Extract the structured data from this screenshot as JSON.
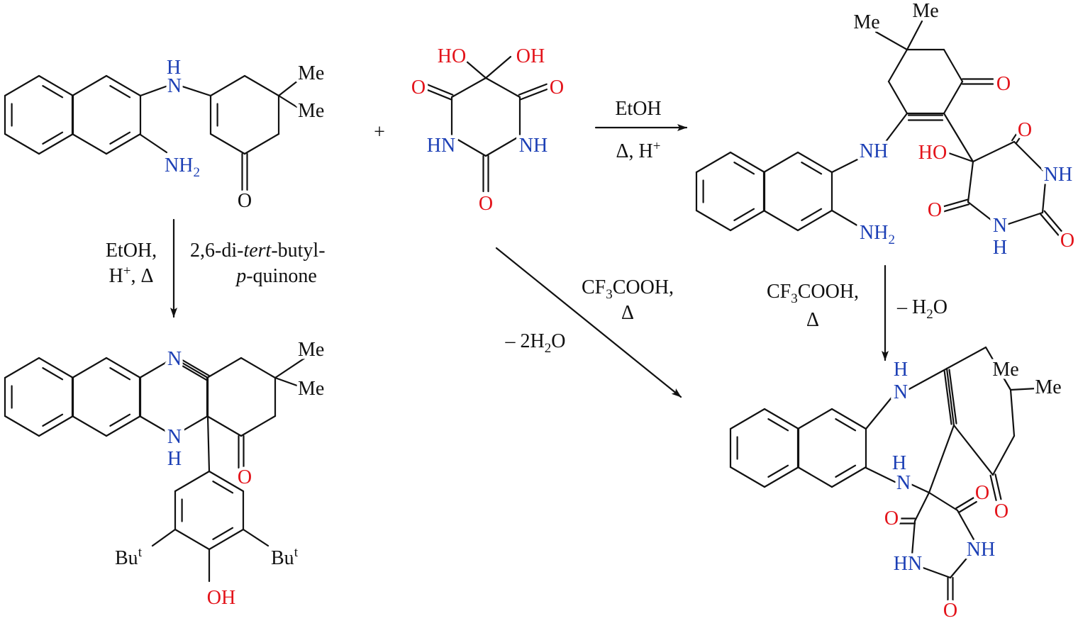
{
  "colors": {
    "nitrogen": "#1c3fb5",
    "oxygen": "#e3141b",
    "carbon": "#111111"
  },
  "reactant_amine": {
    "h": "H",
    "n": "N",
    "nh2": "NH",
    "nh2_sub": "2",
    "o": "O",
    "me1": "Me",
    "me2": "Me"
  },
  "plus": "+",
  "alloxan": {
    "ho": "HO",
    "oh": "OH",
    "o1": "O",
    "o2": "O",
    "o3": "O",
    "hn": "HN",
    "nh": "NH"
  },
  "step_top": {
    "above": "EtOH",
    "below": "Δ, H",
    "below_sup": "+"
  },
  "intermediate": {
    "me1": "Me",
    "me2": "Me",
    "o_ketone": "O",
    "nh": "NH",
    "nh2": "NH",
    "nh2_sub": "2",
    "ho": "HO",
    "o1": "O",
    "nh_ring": "NH",
    "o2": "O",
    "n": "N",
    "h": "H",
    "o3": "O"
  },
  "step_right": {
    "reagent": "CF",
    "reagent_sub": "3",
    "reagent_rest": "COOH,",
    "delta": "Δ",
    "loss": "– H",
    "loss_sub": "2",
    "loss_rest": "O"
  },
  "step_diag": {
    "reagent": "CF",
    "reagent_sub": "3",
    "reagent_rest": "COOH,",
    "delta": "Δ",
    "loss": "– 2H",
    "loss_sub": "2",
    "loss_rest": "O"
  },
  "step_left": {
    "line1": "EtOH,",
    "line2": "H",
    "line2_sup": "+",
    "line2_rest": ", Δ",
    "reagent_pre": "2,6-di-",
    "reagent_it": "tert",
    "reagent_post": "-butyl-",
    "reagent2_it": "p",
    "reagent2_post": "-quinone"
  },
  "product_left": {
    "n": "N",
    "nh_n": "N",
    "nh_h": "H",
    "me1": "Me",
    "me2": "Me",
    "o": "O",
    "bu1": "Bu",
    "bu1_sup": "t",
    "bu2": "Bu",
    "bu2_sup": "t",
    "oh": "OH"
  },
  "product_right": {
    "h1": "H",
    "n1": "N",
    "h2": "H",
    "n2": "N",
    "me1": "Me",
    "me2": "Me",
    "o_ketone": "O",
    "o1": "O",
    "o2": "O",
    "nh": "NH",
    "hn": "HN",
    "o3": "O"
  }
}
